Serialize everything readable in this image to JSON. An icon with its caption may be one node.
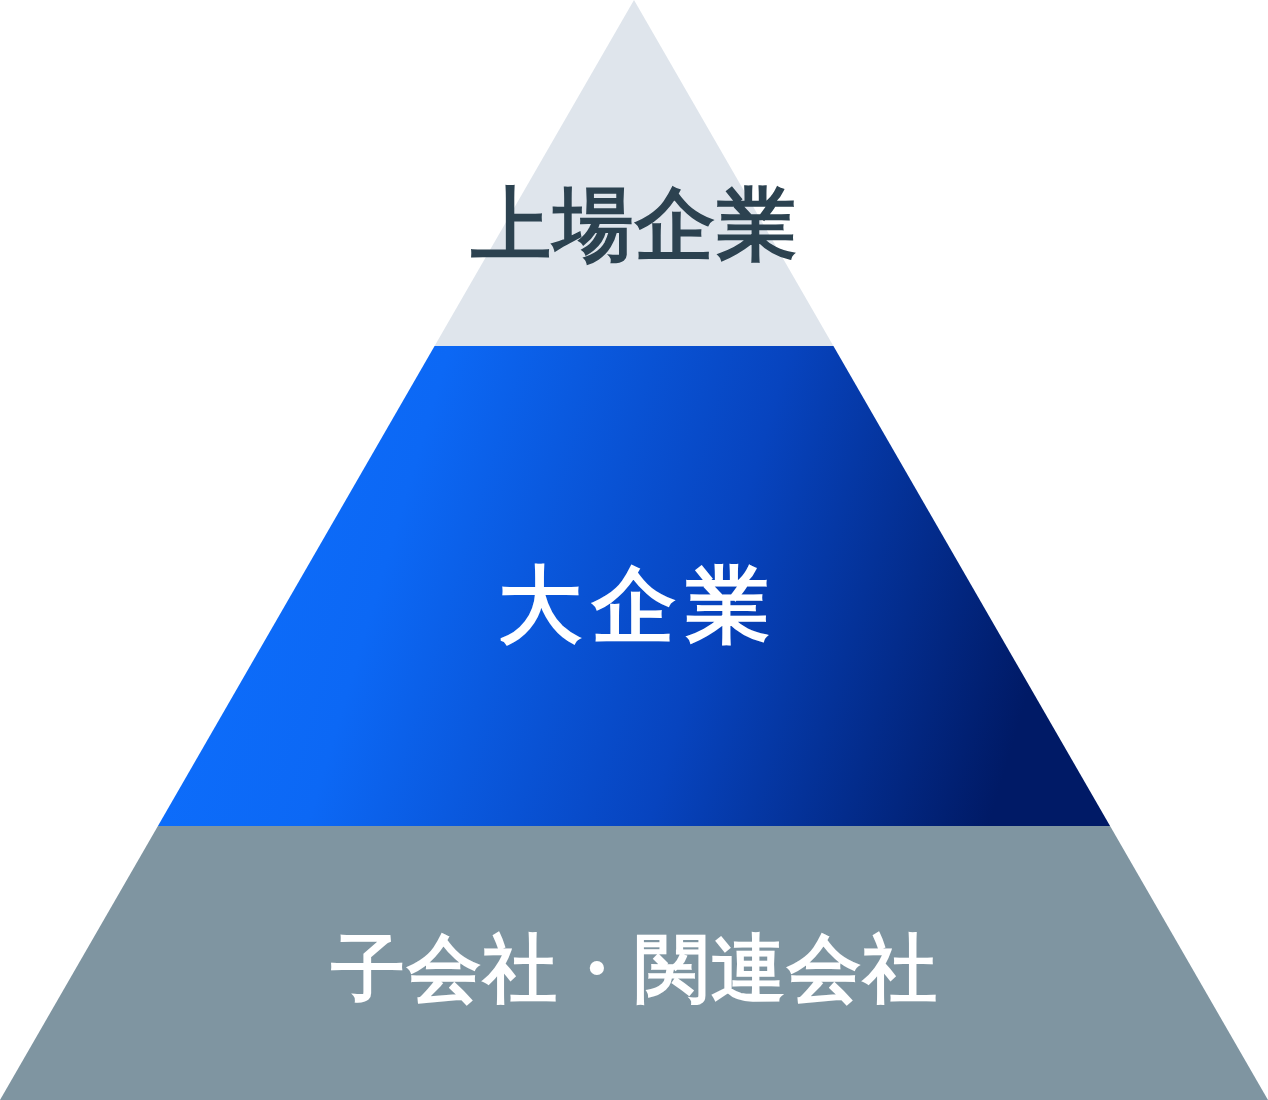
{
  "diagram": {
    "nodes": [
      {
        "text": [
          "上場企業"
        ]
      },
      {
        "text": [
          "大企業"
        ]
      },
      {
        "text": [
          "子会社・関連会社"
        ]
      }
    ]
  }
}
